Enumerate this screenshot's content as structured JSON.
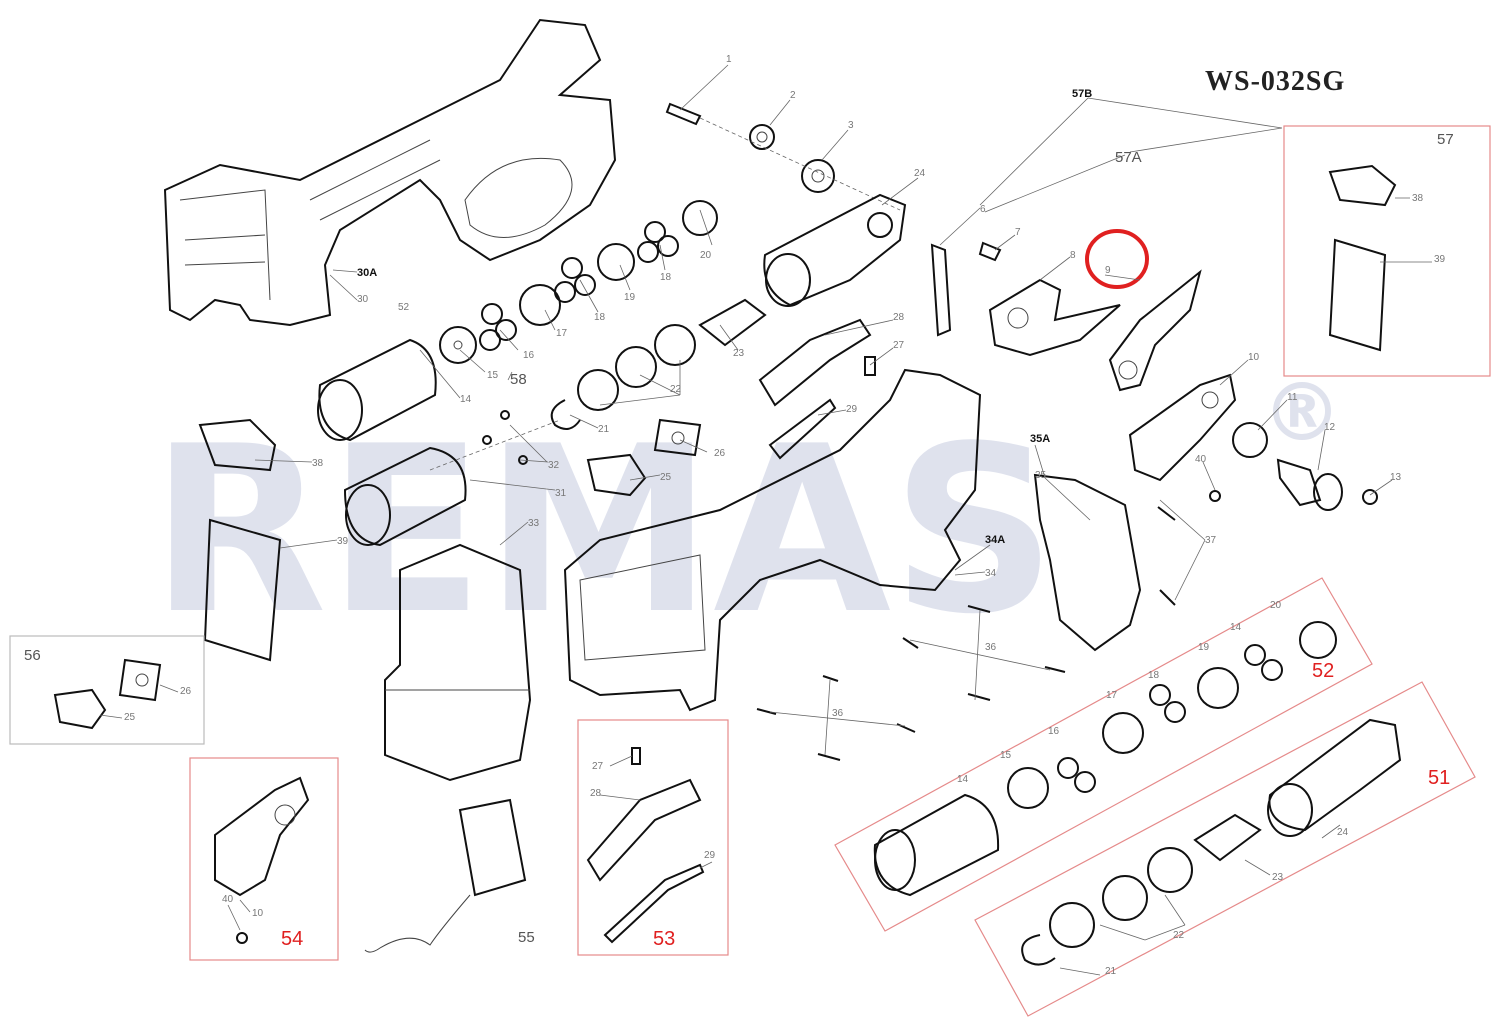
{
  "title": "WS-032SG",
  "watermark": {
    "text": "REMAS",
    "mark": "®"
  },
  "highlight_color": "#e02020",
  "callouts": {
    "c30A": "30A",
    "c30": "30",
    "c1": "1",
    "c2": "2",
    "c3": "3",
    "c24": "24",
    "c20": "20",
    "c18a": "18",
    "c19": "19",
    "c18b": "18",
    "c17": "17",
    "c16": "16",
    "c52l": "52",
    "c15": "15",
    "c58": "58",
    "c14": "14",
    "c23": "23",
    "c22": "22",
    "c21": "21",
    "c32": "32",
    "c38": "38",
    "c31": "31",
    "c26": "26",
    "c25": "25",
    "c39": "39",
    "c33": "33",
    "c28": "28",
    "c27": "27",
    "c29": "29",
    "c6": "6",
    "c7": "7",
    "c8": "8",
    "c9": "9",
    "c10": "10",
    "c11": "11",
    "c12": "12",
    "c13": "13",
    "c40": "40",
    "c35A": "35A",
    "c35": "35",
    "c34A": "34A",
    "c34": "34",
    "c37": "37",
    "c36": "36",
    "c57B": "57B",
    "c57A": "57A"
  },
  "groups": {
    "g57": {
      "label": "57",
      "items": [
        "38",
        "39"
      ]
    },
    "g56": {
      "label": "56",
      "items": [
        "26",
        "25"
      ]
    },
    "g54": {
      "label": "54",
      "items": [
        "40",
        "10"
      ]
    },
    "g55": {
      "label": "55"
    },
    "g53": {
      "label": "53",
      "items": [
        "27",
        "28",
        "29"
      ]
    },
    "g52": {
      "label": "52",
      "items": [
        "20",
        "14",
        "19",
        "18",
        "17",
        "16",
        "15",
        "14"
      ]
    },
    "g51": {
      "label": "51",
      "items": [
        "24",
        "23",
        "22",
        "21"
      ]
    }
  }
}
